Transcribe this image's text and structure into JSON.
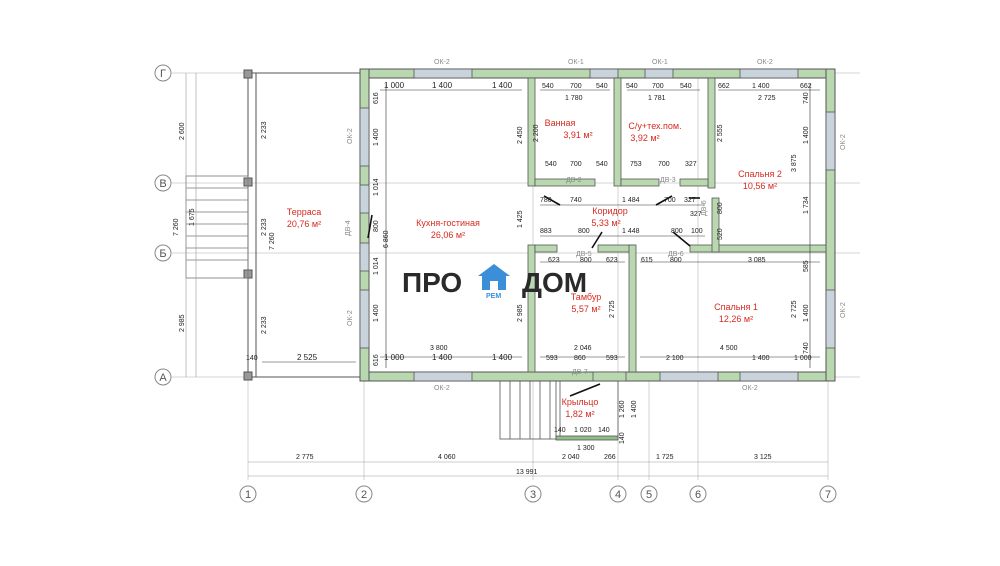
{
  "rooms": {
    "terrace": {
      "name": "Терраса",
      "area": "20,76 м²"
    },
    "kitchen": {
      "name": "Кухня-гостиная",
      "area": "26,06 м²"
    },
    "bathroom": {
      "name": "Ванная",
      "area": "3,91 м²"
    },
    "wc": {
      "name": "С/у+тех.пом.",
      "area": "3,92 м²"
    },
    "bedroom2": {
      "name": "Спальня 2",
      "area": "10,56 м²"
    },
    "corridor": {
      "name": "Коридор",
      "area": "5,33 м²"
    },
    "vestibule": {
      "name": "Тамбур",
      "area": "5,57 м²"
    },
    "bedroom1": {
      "name": "Спальня 1",
      "area": "12,26 м²"
    },
    "porch": {
      "name": "Крыльцо",
      "area": "1,82 м²"
    }
  },
  "logo": {
    "left": "ПРО",
    "right": "ДОМ",
    "sub": "РЕМ"
  },
  "axes": {
    "rows": [
      "Г",
      "В",
      "Б",
      "А"
    ],
    "cols": [
      "1",
      "2",
      "3",
      "4",
      "5",
      "6",
      "7"
    ]
  },
  "windows": {
    "ok1": "ОК-1",
    "ok2": "ОК-2"
  },
  "doors": {
    "dv2": "ДВ-2",
    "dv3": "ДВ-3",
    "dv4": "ДВ-4",
    "dv5": "ДВ-5",
    "dv6": "ДВ-6",
    "dv7": "ДВ-7"
  },
  "overall": {
    "total_width": "13 991",
    "total_height": "7 260",
    "bottom_segments": [
      "2 775",
      "4 060",
      "2 040",
      "266",
      "1 725",
      "3 125"
    ],
    "left_segments": [
      "2 600",
      "1 675",
      "2 985"
    ]
  },
  "dims": {
    "top_kitchen": [
      "1 000",
      "1 400",
      "1 400"
    ],
    "bath_top": [
      "540",
      "700",
      "540"
    ],
    "bath_width": "1 780",
    "wc_top": [
      "540",
      "700",
      "540"
    ],
    "wc_width": "1 781",
    "bed2_top": [
      "662",
      "1 400",
      "662"
    ],
    "bed2_width": "2 725",
    "bath_bottom": [
      "540",
      "700",
      "540"
    ],
    "wc_bottom": [
      "753",
      "700",
      "327"
    ],
    "corridor_top": [
      "780",
      "740",
      "1 484",
      "700",
      "327"
    ],
    "corridor_bottom": [
      "883",
      "800",
      "1 448",
      "800",
      "100"
    ],
    "vest_top": [
      "623",
      "800",
      "623"
    ],
    "bed1_top": [
      "615",
      "800",
      "3 085"
    ],
    "bottom_kitchen": [
      "1 000",
      "1 400",
      "1 400"
    ],
    "kitchen_width": "3 800",
    "vest_bottom": [
      "593",
      "860",
      "593"
    ],
    "vest_width": "2 046",
    "bed1_bottom": [
      "2 100",
      "1 400",
      "1 000"
    ],
    "bed1_width": "4 500",
    "terrace_width": "2 525",
    "terrace_side": [
      "2 233",
      "2 233",
      "2 233"
    ],
    "terrace_total": "7 260",
    "kitchen_left": [
      "616",
      "1 400",
      "1 014",
      "800",
      "1 014",
      "1 400",
      "616"
    ],
    "kitchen_left_total": "6 860",
    "bath_left": "2 200",
    "bath_right": "2 450",
    "corridor_left": "1 425",
    "vest_left": "2 985",
    "vest_right": "2 725",
    "bed2_left": "2 555",
    "bed2_right": [
      "740",
      "1 400",
      "1 734",
      "585"
    ],
    "bed2_inner": "3 875",
    "bed1_right": [
      "1 400",
      "740"
    ],
    "bed1_inner": "2 725",
    "porch": [
      "140",
      "1 020",
      "140"
    ],
    "porch_width": "1 300",
    "porch_height": [
      "1 260",
      "1 400"
    ],
    "small_140": "140",
    "small_520": "520",
    "small_800": "800",
    "small_327": "327"
  }
}
